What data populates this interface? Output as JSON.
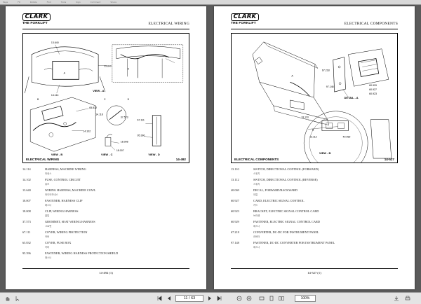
{
  "topbar": {
    "items": [
      "Page",
      "Fit",
      "Rotate",
      "Find",
      "Tools",
      "Sign",
      "Comment",
      "Share"
    ]
  },
  "pages": [
    {
      "id": "left",
      "brand": {
        "logo": "CLARK",
        "tagline": "THE FORKLIFT"
      },
      "section_title": "ELECTRICAL WIRING",
      "figure": {
        "caption": "ELECTRICAL WIRING",
        "fig_number": "14-492",
        "views": [
          "VIEW - A",
          "VIEW - B",
          "VIEW - C",
          "VIEW - D"
        ],
        "callouts": [
          "A",
          "B",
          "C",
          "D",
          "13.640",
          "13.840",
          "14.114",
          "65.832",
          "14.118",
          "14.102",
          "67.111",
          "37.573",
          "18.008",
          "18.007",
          "95.396"
        ]
      },
      "legend": [
        {
          "code": "14.114",
          "desc": "HARNESS, MACHINE WIRING",
          "sub": "하네스"
        },
        {
          "code": "14.102",
          "desc": "FUSE, CONTROL CIRCUIT",
          "sub": "퓨즈"
        },
        {
          "code": "13.640",
          "desc": "WIRING HARNESS, MACHINE COWL",
          "sub": "와이어하네스"
        },
        {
          "code": "18.007",
          "desc": "FASTENER, HARNESS CLIP",
          "sub": "패스너"
        },
        {
          "code": "18.008",
          "desc": "CLIP, WIRING HARNESS",
          "sub": "클립"
        },
        {
          "code": "37.573",
          "desc": "GROMMET, SEAT WIRING HARNESS",
          "sub": "그로멧"
        },
        {
          "code": "67.111",
          "desc": "COVER, WIRING PROTECTION",
          "sub": "커버"
        },
        {
          "code": "65.832",
          "desc": "COVER, FUSE BOX",
          "sub": "커버"
        },
        {
          "code": "95.396",
          "desc": "FASTENER, WIRING HARNESS PROTECTION SHIELD",
          "sub": "패스너"
        }
      ],
      "page_number": "14-492 (1)"
    },
    {
      "id": "right",
      "brand": {
        "logo": "CLARK",
        "tagline": "THE FORKLIFT"
      },
      "section_title": "ELECTRICAL COMPONENTS",
      "figure": {
        "caption": "ELECTRICAL COMPONENTS",
        "fig_number": "14-527",
        "views": [
          "DETAIL - A",
          "VIEW - B"
        ],
        "callouts": [
          "A",
          "B",
          "67.218",
          "60.929",
          "60.927",
          "60.923",
          "97.148",
          "13.110",
          "13.112",
          "40.069"
        ]
      },
      "legend": [
        {
          "code": "13.110",
          "desc": "SWITCH, DIRECTIONAL CONTROL (FORWARD)",
          "sub": "스위치"
        },
        {
          "code": "13.112",
          "desc": "SWITCH, DIRECTIONAL CONTROL (REVERSE)",
          "sub": "스위치"
        },
        {
          "code": "40.069",
          "desc": "DECAL, FORWARD/BACKWARD",
          "sub": "데칼"
        },
        {
          "code": "60.927",
          "desc": "CARD, ELECTRIC SIGNAL CONTROL",
          "sub": "카드"
        },
        {
          "code": "60.923",
          "desc": "BRACKET, ELECTRIC SIGNAL CONTROL CARD",
          "sub": "브라켓"
        },
        {
          "code": "60.929",
          "desc": "FASTENER, ELECTRIC SIGNAL CONTROL CARD",
          "sub": "패스너"
        },
        {
          "code": "67.218",
          "desc": "CONVERTER, DC-DC FOR INSTRUMENT PANEL",
          "sub": "컨버터"
        },
        {
          "code": "97.148",
          "desc": "FASTENER, DC-DC CONVERTER FOR INSTRUMENT PANEL",
          "sub": "패스너"
        }
      ],
      "page_number": "14-527 (1)"
    }
  ],
  "viewer": {
    "current_page": "11",
    "total_pages": "63",
    "page_display": "11 / 63",
    "zoom": "100%"
  }
}
